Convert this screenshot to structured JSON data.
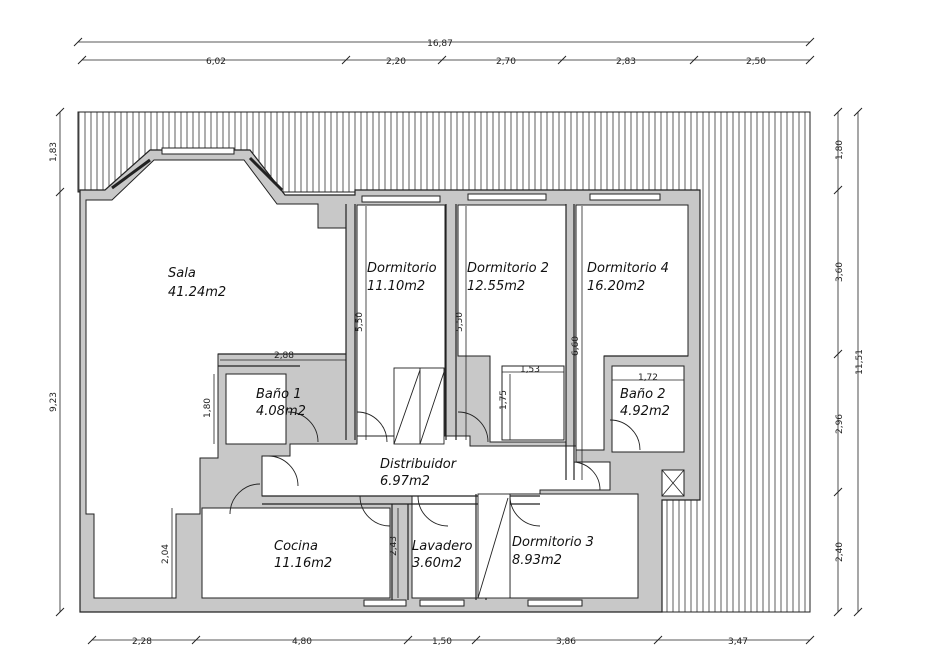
{
  "rooms": {
    "sala": {
      "name": "Sala",
      "area": "41.24m2"
    },
    "dormitorio1": {
      "name": "Dormitorio",
      "area": "11.10m2"
    },
    "dormitorio2": {
      "name": "Dormitorio 2",
      "area": "12.55m2"
    },
    "dormitorio4": {
      "name": "Dormitorio 4",
      "area": "16.20m2"
    },
    "bano1": {
      "name": "Baño 1",
      "area": "4.08m2"
    },
    "bano2": {
      "name": "Baño 2",
      "area": "4.92m2"
    },
    "distribuidor": {
      "name": "Distribuidor",
      "area": "6.97m2"
    },
    "cocina": {
      "name": "Cocina",
      "area": "11.16m2"
    },
    "lavadero": {
      "name": "Lavadero",
      "area": "3.60m2"
    },
    "dormitorio3": {
      "name": "Dormitorio 3",
      "area": "8.93m2"
    }
  },
  "dimensions": {
    "top_total": "16,87",
    "top_segments": [
      "6,02",
      "2,20",
      "2,70",
      "2,83",
      "2,50"
    ],
    "bottom_segments": [
      "2,28",
      "4,80",
      "1,50",
      "3,86",
      "3,47"
    ],
    "left_segments": [
      "1,83",
      "9,23"
    ],
    "right_segments": [
      "1,80",
      "3,60",
      "2,96",
      "2,40"
    ],
    "right_total": "11,51",
    "interior": {
      "sala_wall": "2,88",
      "bano1_height": "1,80",
      "dorm1_height": "5,50",
      "dorm2_height": "5,50",
      "closet_width": "1,53",
      "closet_height": "1,75",
      "dorm4_height": "6,60",
      "bano2_width": "1,72",
      "cocina_wall": "2,04",
      "lavadero_wall": "2,43"
    }
  }
}
